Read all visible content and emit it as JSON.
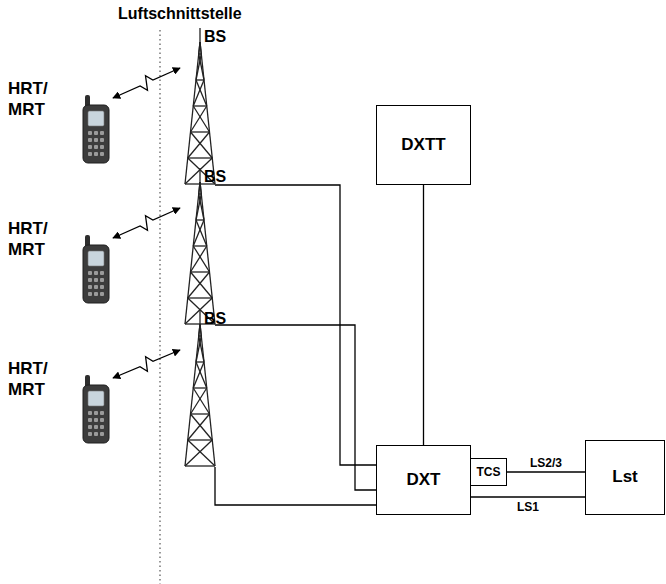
{
  "diagram": {
    "nodes": [
      {
        "text": [
          "HRT/ MRT"
        ]
      },
      {
        "text": [
          "BS"
        ]
      },
      {
        "text": [
          "DXTT"
        ]
      },
      {
        "text": [
          "HRT/ MRT"
        ]
      },
      {
        "text": [
          "BS"
        ]
      },
      {
        "text": [
          "HRT/ MRT"
        ]
      },
      {
        "text": [
          "BS"
        ]
      },
      {
        "text": [
          "DXT"
        ]
      },
      {
        "text": [
          "TCS"
        ]
      },
      {
        "text": [
          "Lst"
        ]
      }
    ],
    "edges": [
      {
        "from": 0,
        "to": 1,
        "arrow": "both"
      },
      {
        "from": 3,
        "to": 4,
        "arrow": "both"
      },
      {
        "from": 5,
        "to": 6,
        "arrow": "both"
      },
      {
        "from": 1,
        "to": 7,
        "arrow": "none"
      },
      {
        "from": 4,
        "to": 7,
        "arrow": "none"
      },
      {
        "from": 6,
        "to": 7,
        "arrow": "none"
      },
      {
        "from": 2,
        "to": 7,
        "arrow": "none"
      },
      {
        "from": 8,
        "to": 9,
        "label": "LS2/3",
        "arrow": "none"
      },
      {
        "from": 7,
        "to": 9,
        "label": "LS1",
        "arrow": "none"
      }
    ],
    "labels": [
      "Luftschnittstelle"
    ]
  }
}
